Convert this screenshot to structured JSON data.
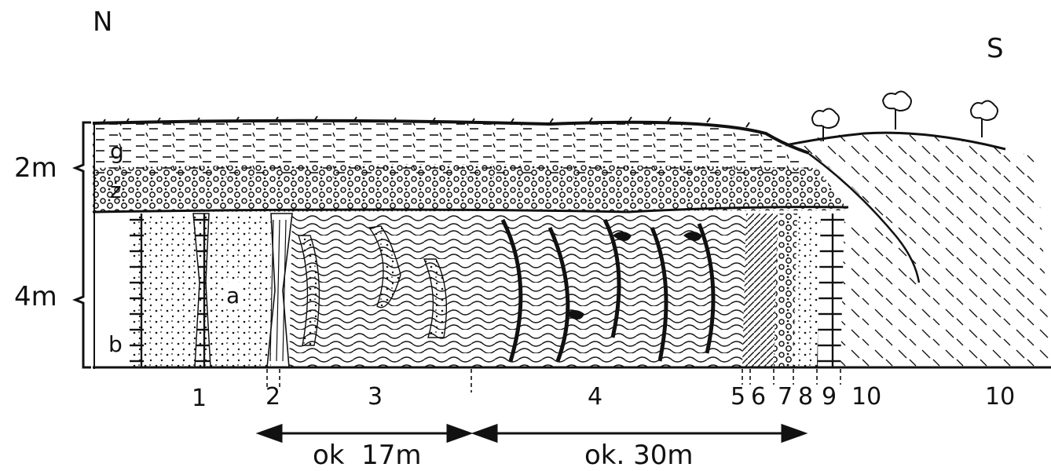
{
  "orientation": {
    "north": "N",
    "south": "S"
  },
  "vertical_scale": {
    "upper": "2m",
    "lower": "4m"
  },
  "unit_letters": {
    "g": "g",
    "z": "ż",
    "a": "a",
    "b": "b"
  },
  "layer_numbers": [
    "1",
    "2",
    "3",
    "4",
    "5",
    "6",
    "7",
    "8",
    "9",
    "10",
    "10"
  ],
  "distances": {
    "left": "ok  17m",
    "right": "ok. 30m"
  },
  "colors": {
    "ink": "#111111",
    "paper": "#ffffff"
  }
}
